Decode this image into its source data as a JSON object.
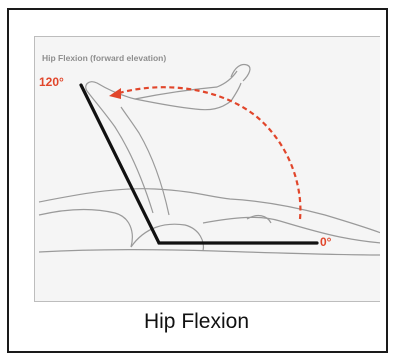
{
  "figure": {
    "title": "Hip Flexion (forward elevation)",
    "angle_max_label": "120°",
    "angle_min_label": "0°",
    "colors": {
      "accent": "#e1462b",
      "angle_lines": "#111111",
      "body_outline": "#9a9a9a",
      "panel_background": "#f5f5f5",
      "title_gray": "#8e8e8e"
    }
  },
  "caption": "Hip Flexion"
}
